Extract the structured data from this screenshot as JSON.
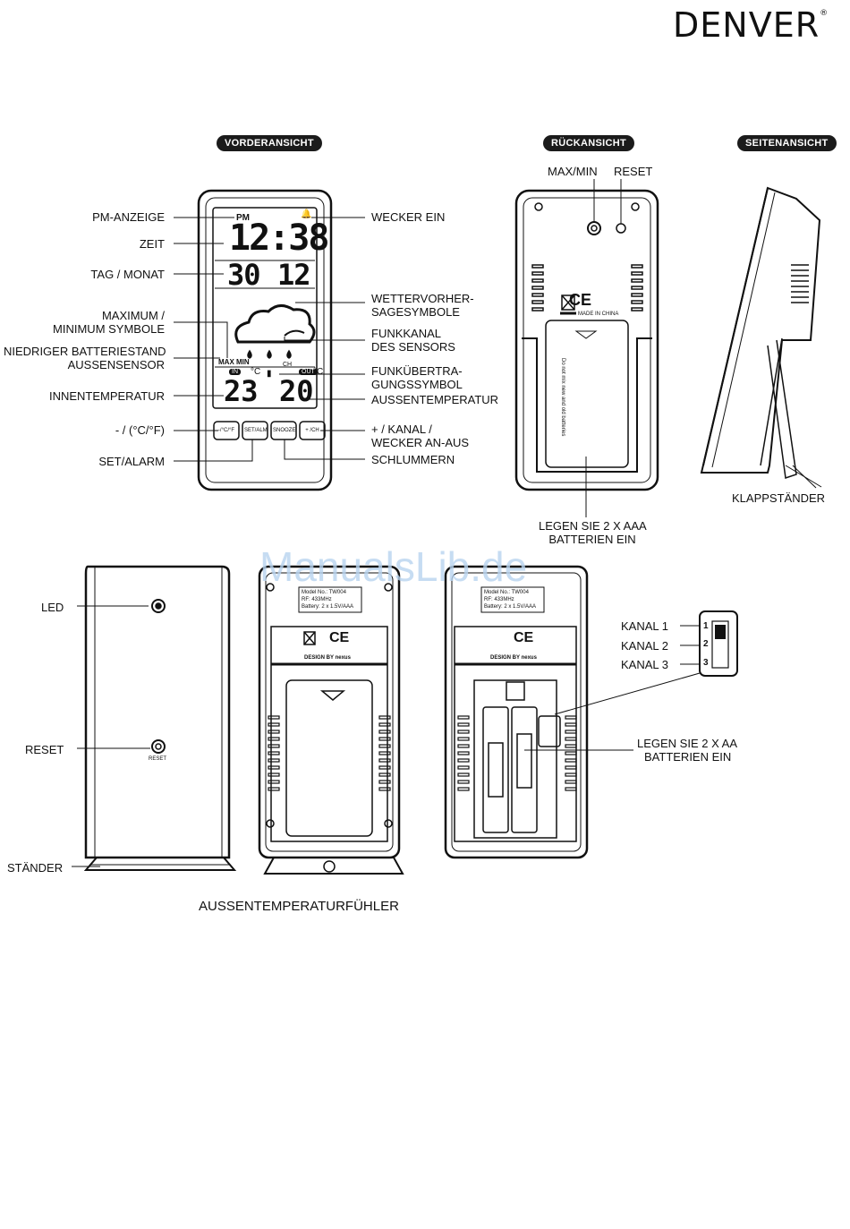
{
  "brand": {
    "name": "DENVER",
    "registered": "®"
  },
  "sections": {
    "front": "VORDERANSICHT",
    "back": "RÜCKANSICHT",
    "side": "SEITENANSICHT"
  },
  "watermark": "ManualsLib.de",
  "front_labels_left": {
    "pm": "PM-ANZEIGE",
    "time": "ZEIT",
    "date": "TAG / MONAT",
    "maxmin_1": "MAXIMUM /",
    "maxmin_2": "MINIMUM SYMBOLE",
    "battery_1": "NIEDRIGER BATTERIESTAND",
    "battery_2": "AUSSENSENSOR",
    "indoor": "INNENTEMPERATUR",
    "unit": "- / (°C/°F)",
    "set": "SET/ALARM"
  },
  "front_labels_right": {
    "alarm_on": "WECKER EIN",
    "forecast_1": "WETTERVORHER-",
    "forecast_2": "SAGESYMBOLE",
    "channel_1": "FUNKKANAL",
    "channel_2": "DES SENSORS",
    "radio_1": "FUNKÜBERTRA-",
    "radio_2": "GUNGSSYMBOL",
    "outdoor": "AUSSENTEMPERATUR",
    "plus_1": "+ / KANAL /",
    "plus_2": "WECKER AN-AUS",
    "snooze": "SCHLUMMERN"
  },
  "lcd": {
    "pm": "PM",
    "time": "12:38",
    "day": "30",
    "month": "12",
    "indoor_temp": "23",
    "outdoor_temp": "20",
    "unit": "°C",
    "max_min": "MAX MIN",
    "ch": "CH",
    "in_badge": "IN",
    "out_badge": "OUT"
  },
  "front_buttons": [
    "-/°C/°F",
    "SET/ALM",
    "SNOOZE",
    "+ /CH"
  ],
  "back_labels": {
    "maxmin": "MAX/MIN",
    "reset": "RESET",
    "battery_1": "LEGEN SIE 2 X AAA",
    "battery_2": "BATTERIEN EIN",
    "made_in": "MADE IN CHINA",
    "ce": "CE",
    "warning": "Do not mix new and old batteries"
  },
  "side_labels": {
    "stand": "KLAPPSTÄNDER"
  },
  "sensor_labels": {
    "led": "LED",
    "reset": "RESET",
    "stand": "STÄNDER",
    "channel1": "KANAL 1",
    "channel2": "KANAL 2",
    "channel3": "KANAL 3",
    "battery_1": "LEGEN SIE 2 X AA",
    "battery_2": "BATTERIEN EIN",
    "switch_1": "1",
    "switch_2": "2",
    "switch_3": "3",
    "sensor_reset_tag": "RESET"
  },
  "sensor_plate": {
    "model": "Model No.: TW004",
    "rf": "RF: 433MHz",
    "battery": "Battery: 2 x 1.5V/AAA",
    "design": "DESIGN BY nexus"
  },
  "caption": "AUSSENTEMPERATURFÜHLER"
}
